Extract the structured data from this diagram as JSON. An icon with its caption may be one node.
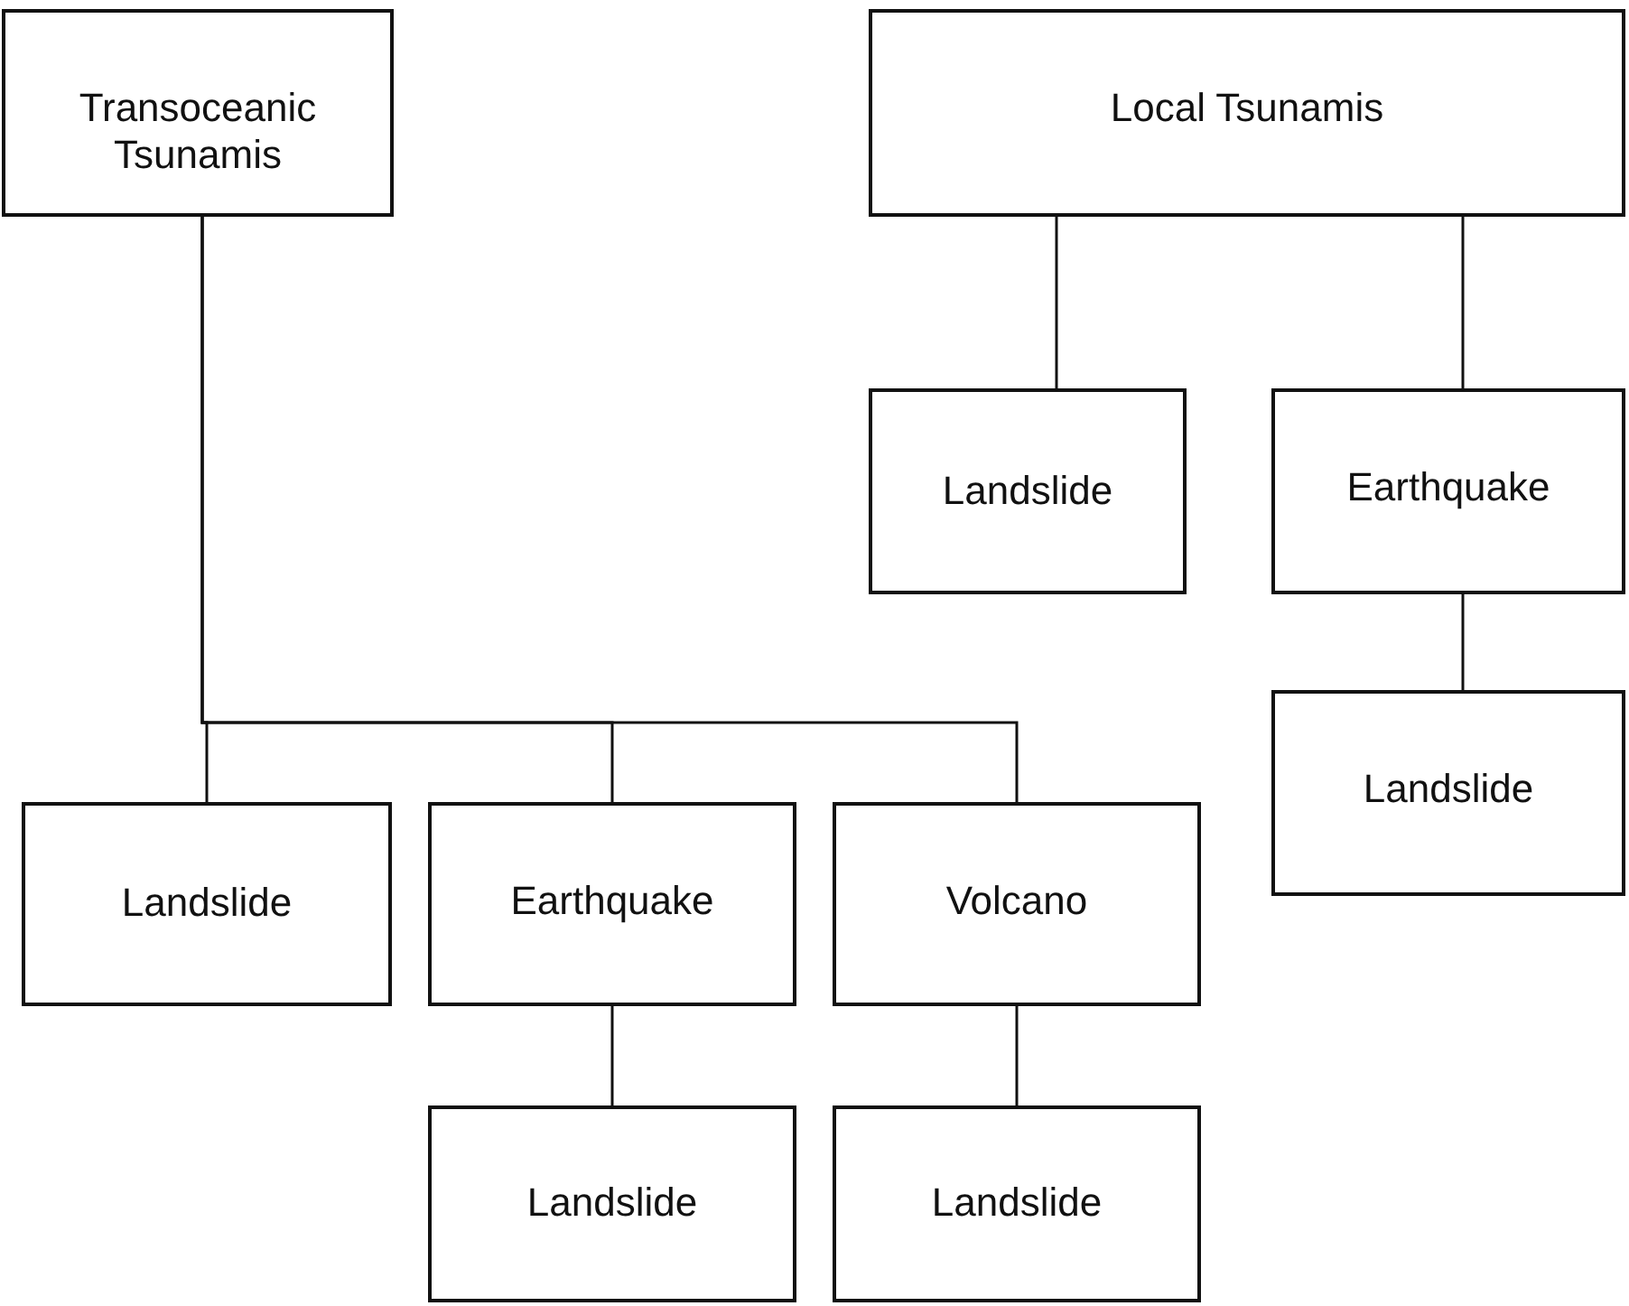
{
  "diagram": {
    "nodes": [
      {
        "text": [
          "Transoceanic Tsunamis"
        ]
      },
      {
        "text": [
          "Local Tsunamis"
        ]
      },
      {
        "text": [
          "Landslide"
        ]
      },
      {
        "text": [
          "Earthquake"
        ]
      },
      {
        "text": [
          "Landslide"
        ]
      },
      {
        "text": [
          "Landslide"
        ]
      },
      {
        "text": [
          "Earthquake"
        ]
      },
      {
        "text": [
          "Volcano"
        ]
      },
      {
        "text": [
          "Landslide"
        ]
      },
      {
        "text": [
          "Landslide"
        ]
      }
    ],
    "edges": [
      {
        "from": 0,
        "to": 5,
        "arrow": "none"
      },
      {
        "from": 0,
        "to": 6,
        "arrow": "none"
      },
      {
        "from": 0,
        "to": 7,
        "arrow": "none"
      },
      {
        "from": 1,
        "to": 2,
        "arrow": "none"
      },
      {
        "from": 1,
        "to": 3,
        "arrow": "none"
      },
      {
        "from": 3,
        "to": 4,
        "arrow": "none"
      },
      {
        "from": 6,
        "to": 8,
        "arrow": "none"
      },
      {
        "from": 7,
        "to": 9,
        "arrow": "none"
      }
    ]
  }
}
